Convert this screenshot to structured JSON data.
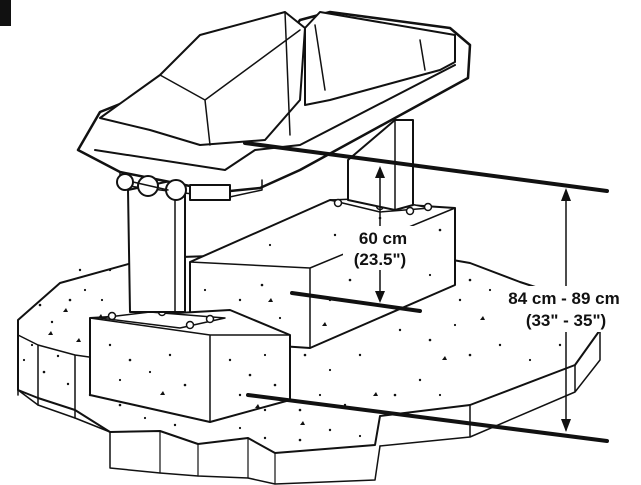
{
  "dimensions": {
    "upper": {
      "line1": "60 cm",
      "line2": "(23.5\")"
    },
    "overall": {
      "line1": "84 cm - 89 cm",
      "line2": "(33\" - 35\")"
    }
  },
  "colors": {
    "ink": "#111111",
    "background": "#ffffff"
  }
}
